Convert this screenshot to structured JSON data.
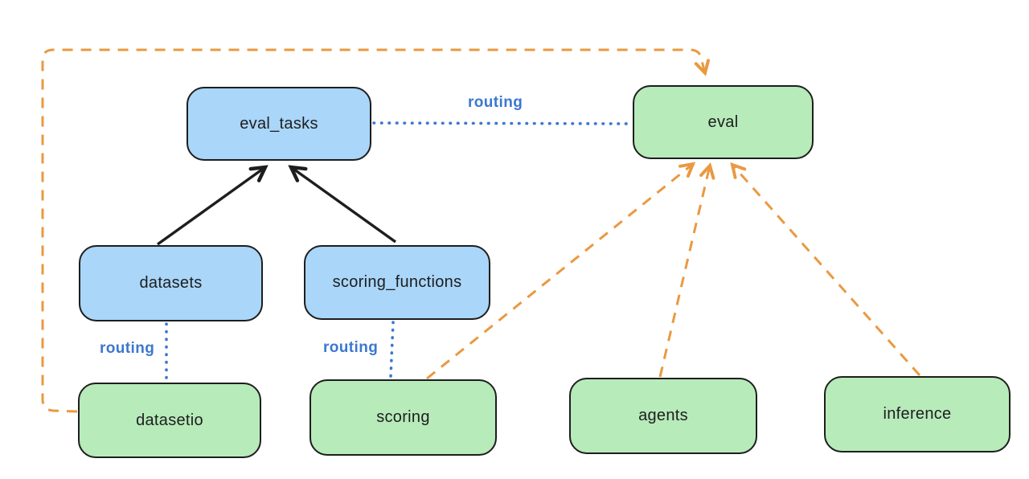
{
  "nodes": {
    "eval_tasks": {
      "label": "eval_tasks",
      "fill": "blue"
    },
    "eval": {
      "label": "eval",
      "fill": "green"
    },
    "datasets": {
      "label": "datasets",
      "fill": "blue"
    },
    "scoring_functions": {
      "label": "scoring_functions",
      "fill": "blue"
    },
    "datasetio": {
      "label": "datasetio",
      "fill": "green"
    },
    "scoring": {
      "label": "scoring",
      "fill": "green"
    },
    "agents": {
      "label": "agents",
      "fill": "green"
    },
    "inference": {
      "label": "inference",
      "fill": "green"
    }
  },
  "routing_labels": [
    "routing",
    "routing",
    "routing"
  ],
  "edges": [
    {
      "from": "datasets",
      "to": "eval_tasks",
      "style": "solid-arrow",
      "color": "#1e1e1e"
    },
    {
      "from": "scoring_functions",
      "to": "eval_tasks",
      "style": "solid-arrow",
      "color": "#1e1e1e"
    },
    {
      "from": "eval_tasks",
      "to": "eval",
      "style": "dotted",
      "color": "#3b78cf",
      "label": "routing"
    },
    {
      "from": "datasets",
      "to": "datasetio",
      "style": "dotted",
      "color": "#3b78cf",
      "label": "routing"
    },
    {
      "from": "scoring_functions",
      "to": "scoring",
      "style": "dotted",
      "color": "#3b78cf",
      "label": "routing"
    },
    {
      "from": "datasetio",
      "to": "eval",
      "style": "dashed-arrow",
      "color": "#ea9941"
    },
    {
      "from": "scoring",
      "to": "eval",
      "style": "dashed-arrow",
      "color": "#ea9941"
    },
    {
      "from": "agents",
      "to": "eval",
      "style": "dashed-arrow",
      "color": "#ea9941"
    },
    {
      "from": "inference",
      "to": "eval",
      "style": "dashed-arrow",
      "color": "#ea9941"
    }
  ],
  "colors": {
    "resource_fill": "#a9d6f9",
    "provider_fill": "#b7ebba",
    "stroke": "#1e1e1e",
    "routing_line": "#3b78cf",
    "dependency_line": "#ea9941",
    "background": "#ffffff"
  }
}
